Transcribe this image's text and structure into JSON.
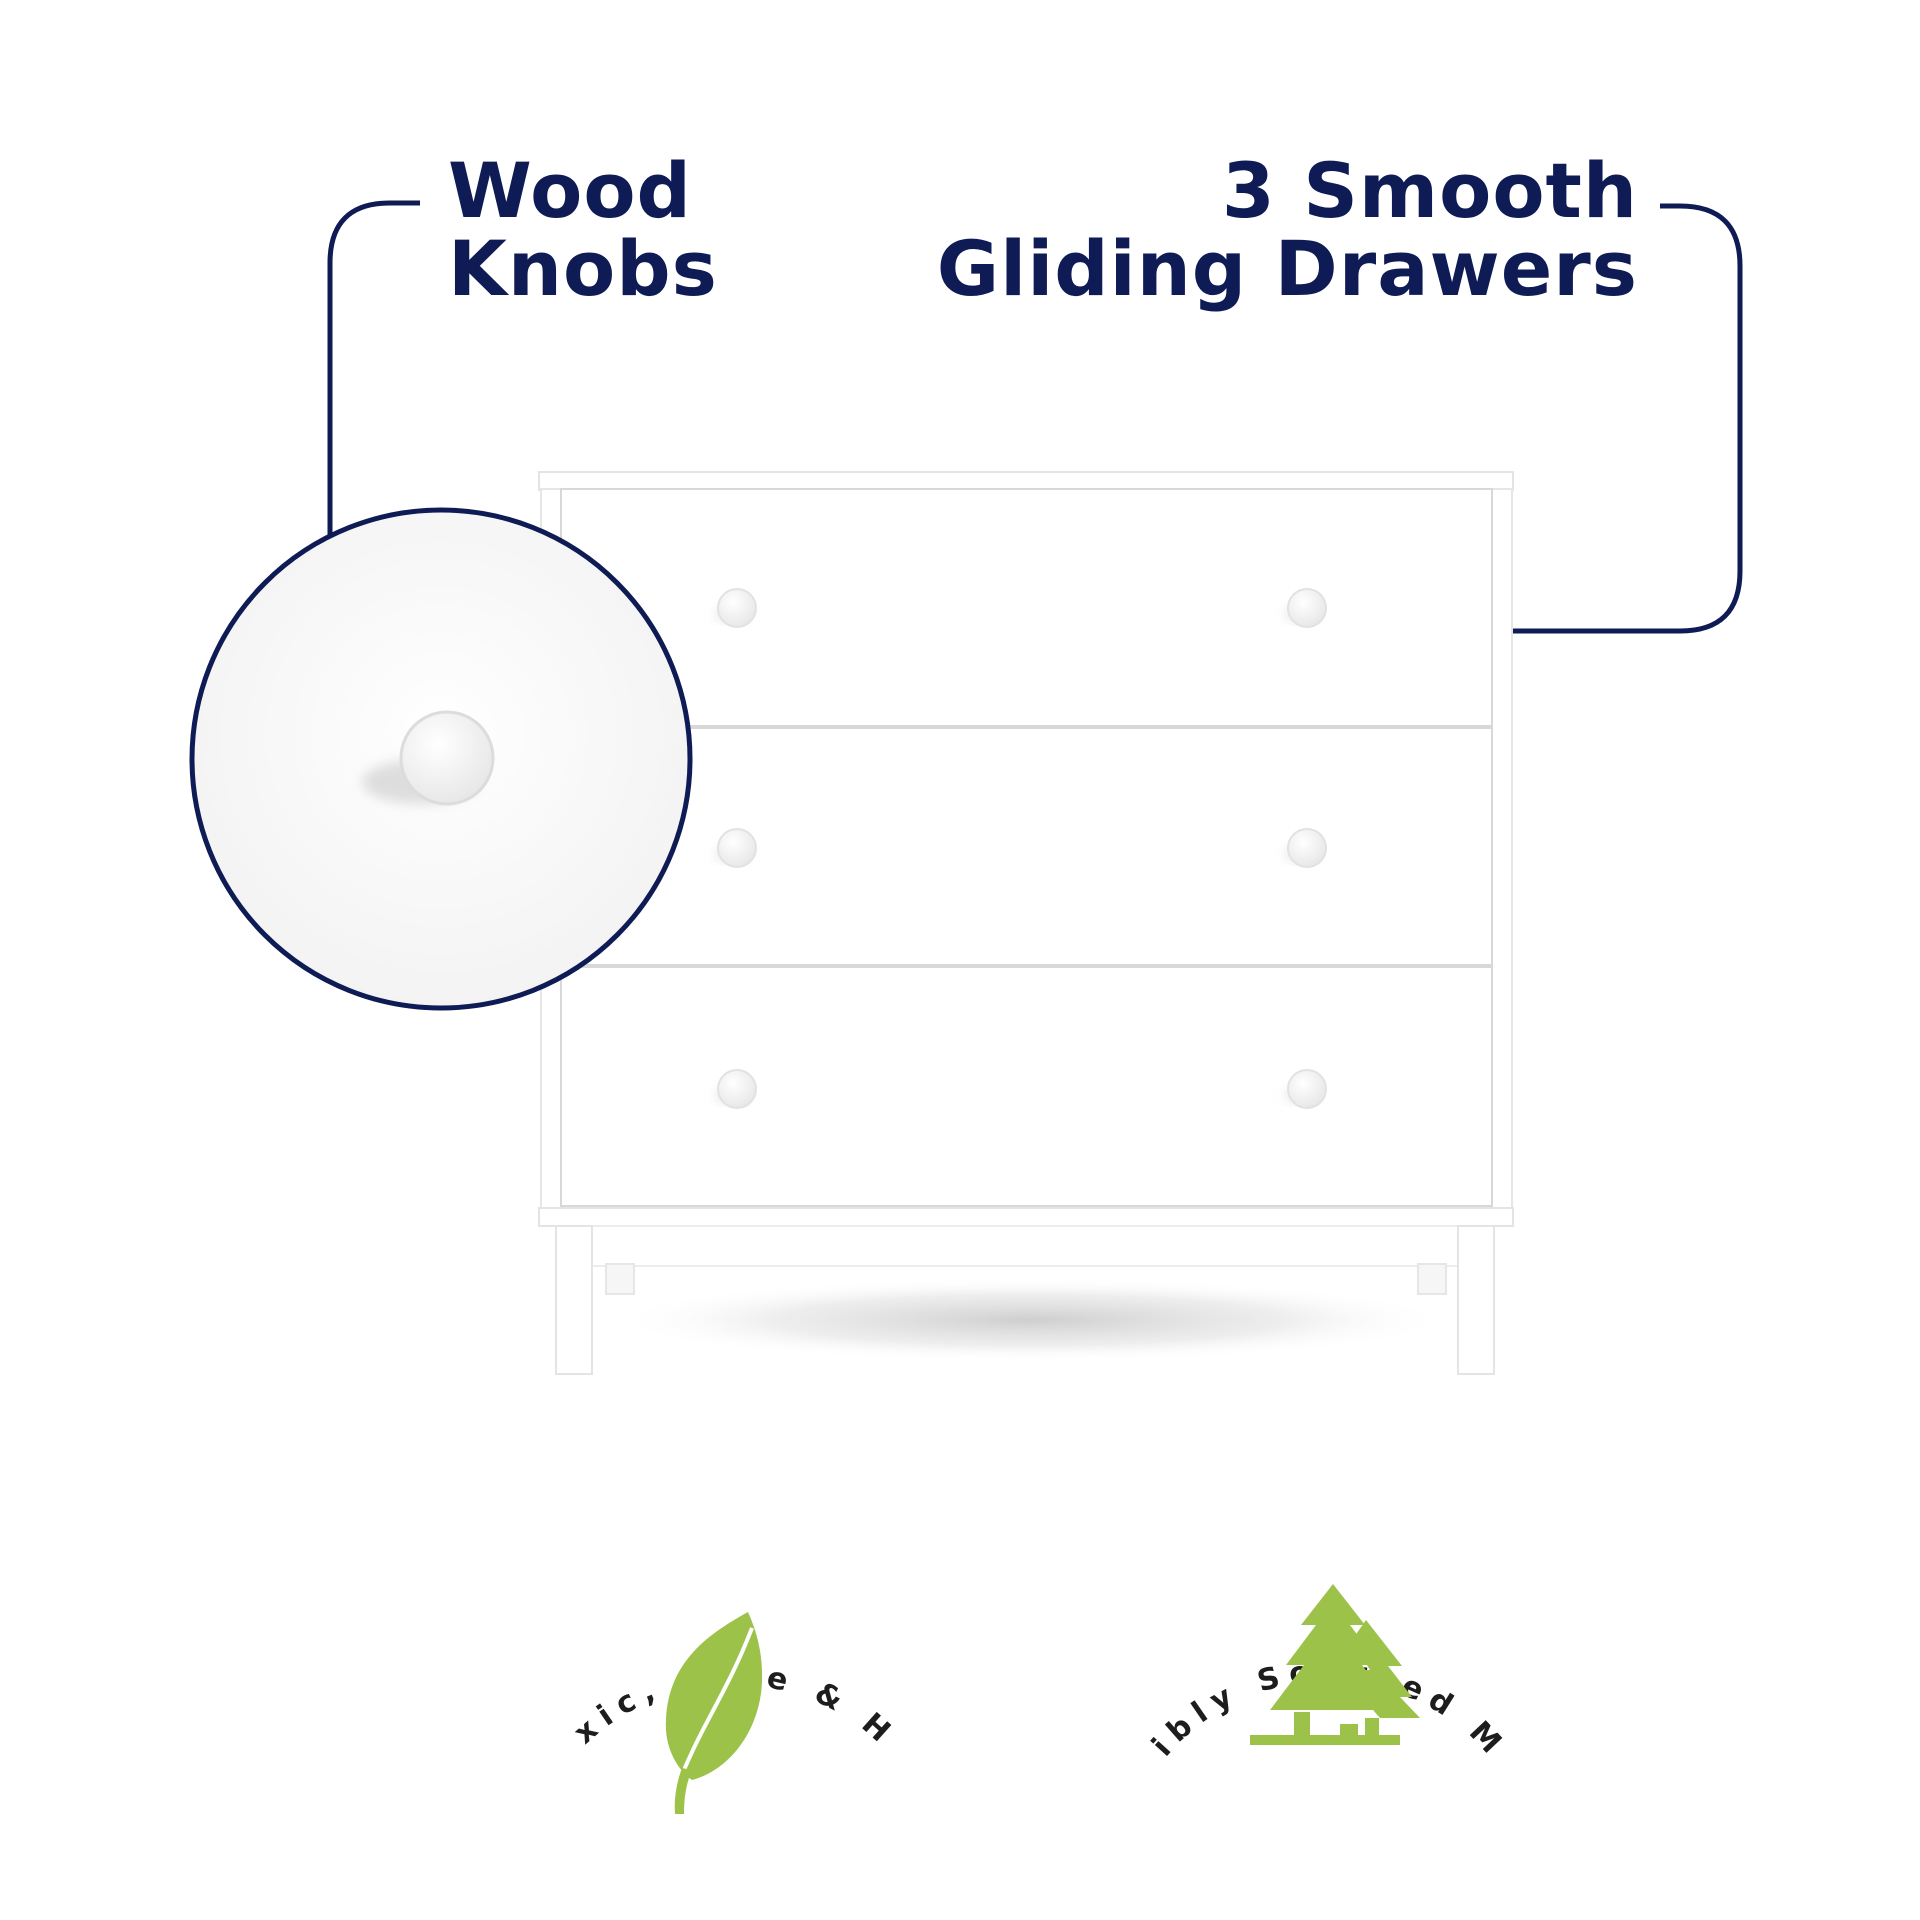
{
  "callouts": {
    "left": {
      "line1": "Wood",
      "line2": "Knobs"
    },
    "right": {
      "line1": "3 Smooth",
      "line2": "Gliding Drawers"
    }
  },
  "badges": {
    "non_toxic": {
      "label": "Non-Toxic, Safe & Healthy",
      "icon": "leaf-icon"
    },
    "responsibly_sourced": {
      "label": "Responsibly Sourced Materials",
      "icon": "pine-trees-icon"
    }
  },
  "product": {
    "name": "3 drawer dresser",
    "drawer_count": 3,
    "knobs_per_drawer": 2
  },
  "colors": {
    "navy": "#0e1b54",
    "badge_green": "#9cc24a",
    "badge_text": "#1d1d1d",
    "dresser_white": "#ffffff"
  }
}
